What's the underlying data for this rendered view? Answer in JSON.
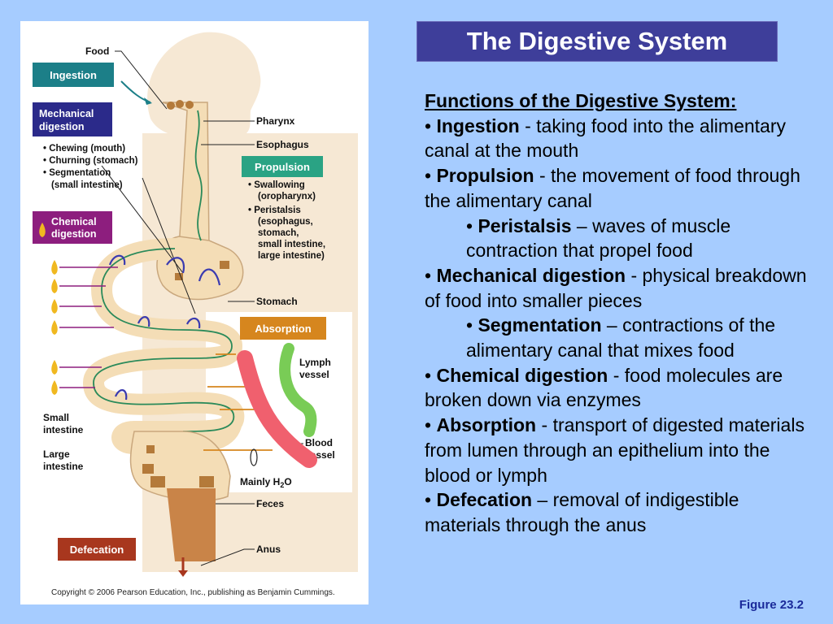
{
  "title": "The Digestive System",
  "figure_label": "Figure 23.2",
  "functions": {
    "heading": "Functions of the Digestive System:",
    "items": [
      {
        "term": "Ingestion",
        "sep": " - ",
        "desc": "taking food into the alimentary canal at the mouth"
      },
      {
        "term": "Propulsion",
        "sep": " - ",
        "desc": "the movement of food through the alimentary canal"
      },
      {
        "term": "Peristalsis",
        "sep": " – ",
        "desc": "waves of muscle contraction that propel food",
        "sub": true
      },
      {
        "term": "Mechanical digestion",
        "sep": " - ",
        "desc": "physical breakdown of food into smaller pieces"
      },
      {
        "term": "Segmentation",
        "sep": " – ",
        "desc": "contractions of the alimentary canal that mixes food",
        "sub": true
      },
      {
        "term": "Chemical digestion",
        "sep": " - ",
        "desc": "food molecules are broken down via enzymes"
      },
      {
        "term": "Absorption",
        "sep": " - ",
        "desc": "transport of digested materials from lumen through an epithelium into the blood or lymph"
      },
      {
        "term": "Defecation",
        "sep": " – ",
        "desc": "removal of indigestible materials through the anus"
      }
    ]
  },
  "diagram": {
    "food": "Food",
    "ingestion": "Ingestion",
    "mechanical": [
      "Mechanical",
      "digestion"
    ],
    "mech_list": [
      "• Chewing (mouth)",
      "• Churning (stomach)",
      "• Segmentation",
      "(small intestine)"
    ],
    "chemical": [
      "Chemical",
      "digestion"
    ],
    "pharynx": "Pharynx",
    "esophagus": "Esophagus",
    "propulsion": "Propulsion",
    "prop_list": [
      "• Swallowing",
      "(oropharynx)",
      "• Peristalsis",
      "(esophagus,",
      "stomach,",
      "small intestine,",
      "large intestine)"
    ],
    "stomach": "Stomach",
    "absorption": "Absorption",
    "lymph": [
      "Lymph",
      "vessel"
    ],
    "blood": [
      "Blood",
      "vessel"
    ],
    "small_int": [
      "Small",
      "intestine"
    ],
    "large_int": [
      "Large",
      "intestine"
    ],
    "water": "Mainly H",
    "water_sub": "2",
    "water_end": "O",
    "feces": "Feces",
    "anus": "Anus",
    "defecation": "Defecation",
    "copyright": "Copyright © 2006 Pearson Education, Inc., publishing as Benjamin Cummings."
  },
  "colors": {
    "background": "#a6ccff",
    "title_bg": "#3e3e9a",
    "ingestion_box": "#1c7f88",
    "mechanical_box": "#2b2a8a",
    "chemical_box": "#8d1e7e",
    "propulsion_box": "#2aa384",
    "absorption_box": "#d6861e",
    "defecation_box": "#a8371e",
    "tract": "#f4ddb6",
    "blood": "#f0606e",
    "lymph": "#79cc56"
  }
}
